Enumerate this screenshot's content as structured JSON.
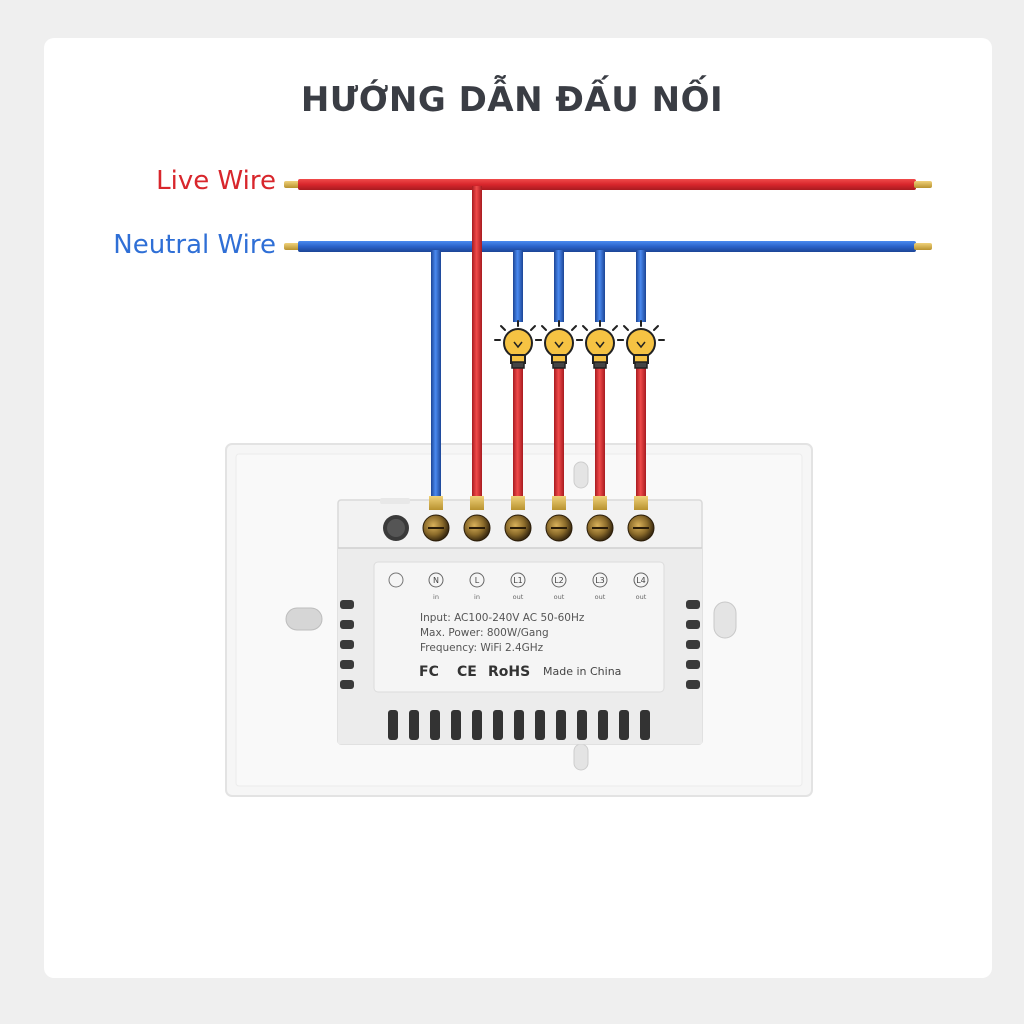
{
  "title": "HƯỚNG DẪN ĐẤU NỐI",
  "labels": {
    "live": "Live Wire",
    "neutral": "Neutral Wire"
  },
  "terminals": [
    {
      "id": "N",
      "sub": "in"
    },
    {
      "id": "L",
      "sub": "in"
    },
    {
      "id": "L1",
      "sub": "out"
    },
    {
      "id": "L2",
      "sub": "out"
    },
    {
      "id": "L3",
      "sub": "out"
    },
    {
      "id": "L4",
      "sub": "out"
    }
  ],
  "specs": {
    "input": "Input: AC100-240V AC 50-60Hz",
    "power": "Max. Power: 800W/Gang",
    "frequency": "Frequency: WiFi 2.4GHz"
  },
  "certs": {
    "fc": "FC",
    "ce": "CE",
    "rohs": "RoHS",
    "made": "Made in China"
  },
  "colors": {
    "live": "#d8262c",
    "neutral": "#2f6fd6",
    "bulb": "#f6c343"
  }
}
